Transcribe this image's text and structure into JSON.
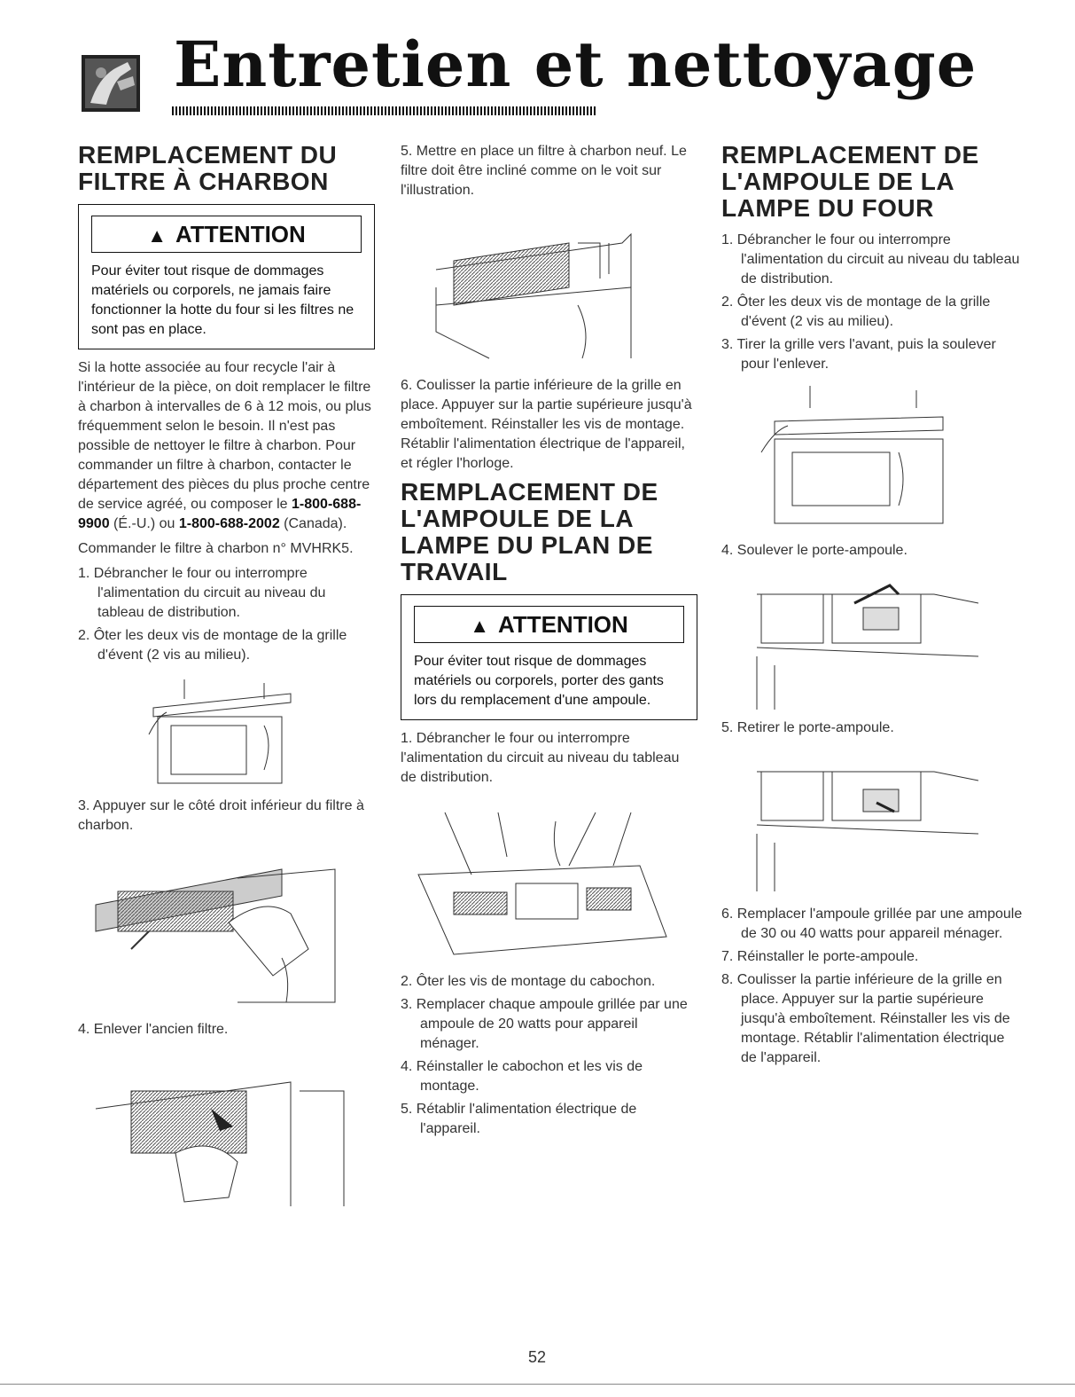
{
  "header": {
    "title": "Entretien et nettoyage",
    "icon": "cleaning-hand-icon"
  },
  "col1": {
    "heading": "REMPLACEMENT DU FILTRE À CHARBON",
    "warning": {
      "label": "ATTENTION",
      "text": "Pour éviter tout risque de dommages matériels ou corporels, ne jamais faire fonctionner la hotte du four si les filtres ne sont pas en place."
    },
    "intro_before_phone": "Si la hotte associée au four recycle l'air à l'intérieur de la pièce, on doit remplacer le filtre à charbon à intervalles de 6 à 12 mois, ou plus fréquemment selon le besoin. Il n'est pas possible de nettoyer le filtre à charbon. Pour commander un filtre à charbon, contacter le département des pièces du plus proche centre de service agréé, ou composer le",
    "phone_us": "1-800-688-9900",
    "phone_us_label": "(É.-U.) ou",
    "phone_ca": "1-800-688-2002",
    "phone_ca_label": "(Canada).",
    "order_text": "Commander le filtre à charbon n° MVHRK5.",
    "steps": [
      "1. Débrancher le four ou interrompre l'alimentation du circuit au niveau du tableau de distribution.",
      "2. Ôter les deux vis de montage de la grille d'évent (2 vis au milieu)."
    ],
    "step3": "3. Appuyer sur le côté droit inférieur du filtre à charbon.",
    "step4": "4. Enlever l'ancien filtre."
  },
  "col2": {
    "step5": "5. Mettre en place un filtre à charbon neuf. Le filtre doit être incliné comme on le voit sur l'illustration.",
    "step6": "6. Coulisser la partie inférieure de la grille en place. Appuyer sur la partie supérieure jusqu'à emboîtement. Réinstaller les vis de montage. Rétablir l'alimentation électrique de l'appareil, et régler l'horloge.",
    "heading": "REMPLACEMENT DE L'AMPOULE DE LA LAMPE DU PLAN DE TRAVAIL",
    "warning": {
      "label": "ATTENTION",
      "text": "Pour éviter tout risque de dommages matériels ou corporels, porter des gants lors du remplacement d'une ampoule."
    },
    "step1": "1. Débrancher le four ou interrompre l'alimentation du circuit au niveau du tableau de distribution.",
    "steps_after": [
      "2. Ôter les vis de montage du cabochon.",
      "3. Remplacer chaque ampoule grillée par une ampoule de 20 watts pour appareil ménager.",
      "4. Réinstaller le cabochon et les vis de montage.",
      "5. Rétablir l'alimentation électrique de l'appareil."
    ]
  },
  "col3": {
    "heading": "REMPLACEMENT DE L'AMPOULE DE LA LAMPE DU FOUR",
    "steps": [
      "1. Débrancher le four ou interrompre l'alimentation du circuit au niveau du tableau de distribution.",
      "2. Ôter les deux vis de montage de la grille d'évent (2 vis au milieu).",
      "3. Tirer la grille vers l'avant, puis la soulever pour l'enlever."
    ],
    "step4": "4. Soulever le porte-ampoule.",
    "step5": "5. Retirer le porte-ampoule.",
    "steps_after": [
      "6. Remplacer l'ampoule grillée par une ampoule de 30 ou 40 watts pour appareil ménager.",
      "7. Réinstaller le porte-ampoule.",
      "8. Coulisser la partie inférieure de la grille en place. Appuyer sur la partie supérieure jusqu'à emboîtement. Réinstaller les vis de montage. Rétablir l'alimentation électrique de l'appareil."
    ]
  },
  "footer": {
    "page_number": "52"
  }
}
